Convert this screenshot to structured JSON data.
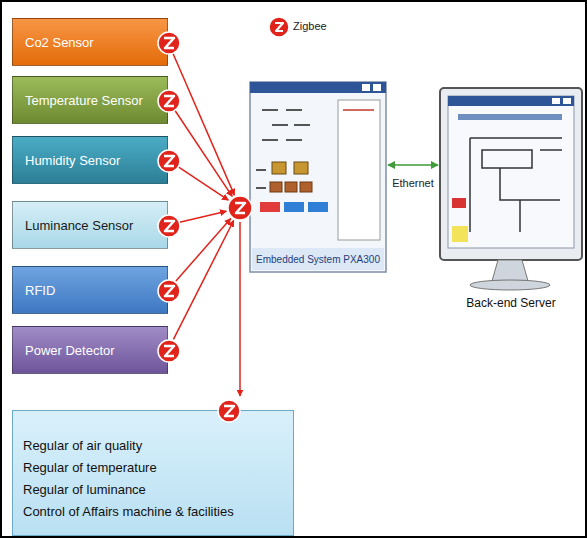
{
  "diagram": {
    "nodes": [
      {
        "text": [
          "Co2 Sensor"
        ]
      },
      {
        "text": [
          "Temperature Sensor"
        ]
      },
      {
        "text": [
          "Humidity Sensor"
        ]
      },
      {
        "text": [
          "Luminance Sensor"
        ]
      },
      {
        "text": [
          "RFID"
        ]
      },
      {
        "text": [
          "Power Detector"
        ]
      },
      {
        "text": [
          "Embedded System PXA300"
        ]
      },
      {
        "text": [
          "Back-end Server"
        ]
      },
      {
        "text": [
          "Regular of air quality",
          "Regular of temperature",
          "Regular of luminance",
          "Control of Affairs machine & facilities"
        ]
      }
    ],
    "edges": [
      {
        "from": 0,
        "to": 6,
        "arrow": "to"
      },
      {
        "from": 1,
        "to": 6,
        "arrow": "to"
      },
      {
        "from": 2,
        "to": 6,
        "arrow": "to"
      },
      {
        "from": 3,
        "to": 6,
        "arrow": "to"
      },
      {
        "from": 4,
        "to": 6,
        "arrow": "to"
      },
      {
        "from": 5,
        "to": 6,
        "arrow": "to"
      },
      {
        "from": 6,
        "to": 7,
        "label": "Ethernet",
        "arrow": "both"
      },
      {
        "from": 6,
        "to": 8,
        "arrow": "to"
      }
    ],
    "legend": [
      {
        "text": "Zigbee"
      }
    ]
  }
}
